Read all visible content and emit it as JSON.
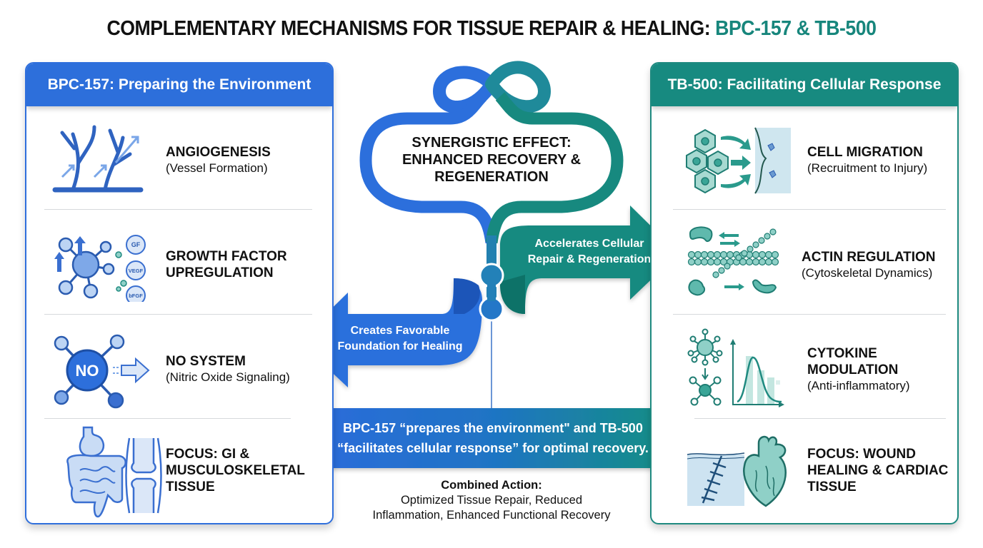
{
  "title": {
    "main": "COMPLEMENTARY MECHANISMS FOR TISSUE REPAIR & HEALING:",
    "accent": "BPC-157 & TB-500"
  },
  "colors": {
    "bpc_blue": "#2d6fdb",
    "tb_teal": "#178a80",
    "icon_light_blue": "#a9c8f0",
    "icon_light_teal": "#8fd0c7"
  },
  "left_panel": {
    "header": "BPC-157: Preparing the Environment",
    "items": [
      {
        "icon": "angiogenesis-vessel-icon",
        "label": "ANGIOGENESIS",
        "sub": "(Vessel Formation)"
      },
      {
        "icon": "growth-factor-molecule-icon",
        "label": "GROWTH FACTOR UPREGULATION",
        "sub": "",
        "badges": [
          "GF",
          "VEGF",
          "bFGF"
        ]
      },
      {
        "icon": "nitric-oxide-molecule-icon",
        "label": "NO SYSTEM",
        "sub": "(Nitric Oxide Signaling)",
        "badge": "NO"
      },
      {
        "icon": "gi-joint-icon",
        "label": "FOCUS: GI & MUSCULOSKELETAL TISSUE",
        "sub": ""
      }
    ]
  },
  "right_panel": {
    "header": "TB-500: Facilitating Cellular Response",
    "items": [
      {
        "icon": "cell-migration-icon",
        "label": "CELL MIGRATION",
        "sub": "(Recruitment to Injury)"
      },
      {
        "icon": "actin-filament-icon",
        "label": "ACTIN REGULATION",
        "sub": "(Cytoskeletal Dynamics)"
      },
      {
        "icon": "cytokine-graph-icon",
        "label": "CYTOKINE MODULATION",
        "sub": "(Anti-inflammatory)"
      },
      {
        "icon": "wound-heart-icon",
        "label": "FOCUS: WOUND HEALING & CARDIAC TISSUE",
        "sub": ""
      }
    ]
  },
  "center": {
    "synergy_line1": "SYNERGISTIC EFFECT:",
    "synergy_line2": "ENHANCED RECOVERY &",
    "synergy_line3": "REGENERATION",
    "right_arrow_line1": "Accelerates Cellular",
    "right_arrow_line2": "Repair & Regeneration",
    "left_arrow_line1": "Creates Favorable",
    "left_arrow_line2": "Foundation for Healing",
    "banner_line1": "BPC-157 “prepares the environment\" and TB-500",
    "banner_line2": "“facilitates cellular response” for optimal recovery.",
    "combined_title": "Combined Action:",
    "combined_line1": "Optimized Tissue Repair, Reduced",
    "combined_line2": "Inflammation, Enhanced Functional Recovery"
  }
}
